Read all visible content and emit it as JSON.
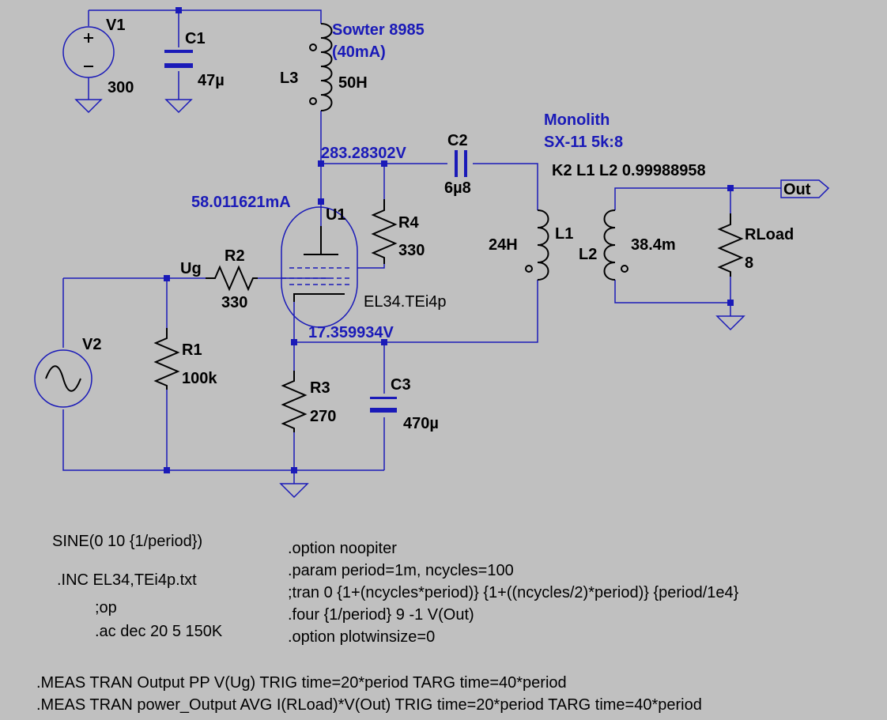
{
  "components": {
    "V1": {
      "name": "V1",
      "value": "300"
    },
    "C1": {
      "name": "C1",
      "value": "47µ"
    },
    "L3": {
      "name": "L3",
      "value": "50H",
      "note1": "Sowter 8985",
      "note2": "(40mA)"
    },
    "C2": {
      "name": "C2",
      "value": "6µ8"
    },
    "L1": {
      "name": "L1",
      "value": "24H"
    },
    "L2": {
      "name": "L2",
      "value": "38.4m"
    },
    "R4": {
      "name": "R4",
      "value": "330"
    },
    "U1": {
      "name": "U1",
      "model": "EL34.TEi4p"
    },
    "R2": {
      "name": "R2",
      "value": "330"
    },
    "R1": {
      "name": "R1",
      "value": "100k"
    },
    "V2": {
      "name": "V2"
    },
    "R3": {
      "name": "R3",
      "value": "270"
    },
    "C3": {
      "name": "C3",
      "value": "470µ"
    },
    "RLoad": {
      "name": "RLoad",
      "value": "8"
    }
  },
  "transformer_note": {
    "line1": "Monolith",
    "line2": "SX-11 5k:8"
  },
  "coupling": "K2 L1 L2  0.99988958",
  "net_labels": {
    "ug": "Ug",
    "out": "Out"
  },
  "annotations": {
    "plate_voltage": "283.28302V",
    "plate_current": "58.011621mA",
    "cathode_voltage": "17.359934V"
  },
  "directives": {
    "sine": "SINE(0 10 {1/period})",
    "inc": ".INC EL34,TEi4p.txt",
    "op": ";op",
    "ac": ".ac dec 20 5 150K",
    "noopiter": ".option noopiter",
    "param": ".param period=1m, ncycles=100",
    "tran": ";tran 0 {1+(ncycles*period)} {1+((ncycles/2)*period)} {period/1e4}",
    "four": ".four {1/period} 9 -1 V(Out)",
    "plotwin": ".option plotwinsize=0",
    "meas1": ".MEAS TRAN Output PP V(Ug) TRIG time=20*period TARG time=40*period",
    "meas2": ".MEAS TRAN power_Output AVG I(RLoad)*V(Out) TRIG time=20*period TARG time=40*period"
  },
  "colors": {
    "background": "#c0c0c0",
    "wire": "#1a1ab8",
    "text": "#000000",
    "annotation": "#1a1ab8"
  }
}
